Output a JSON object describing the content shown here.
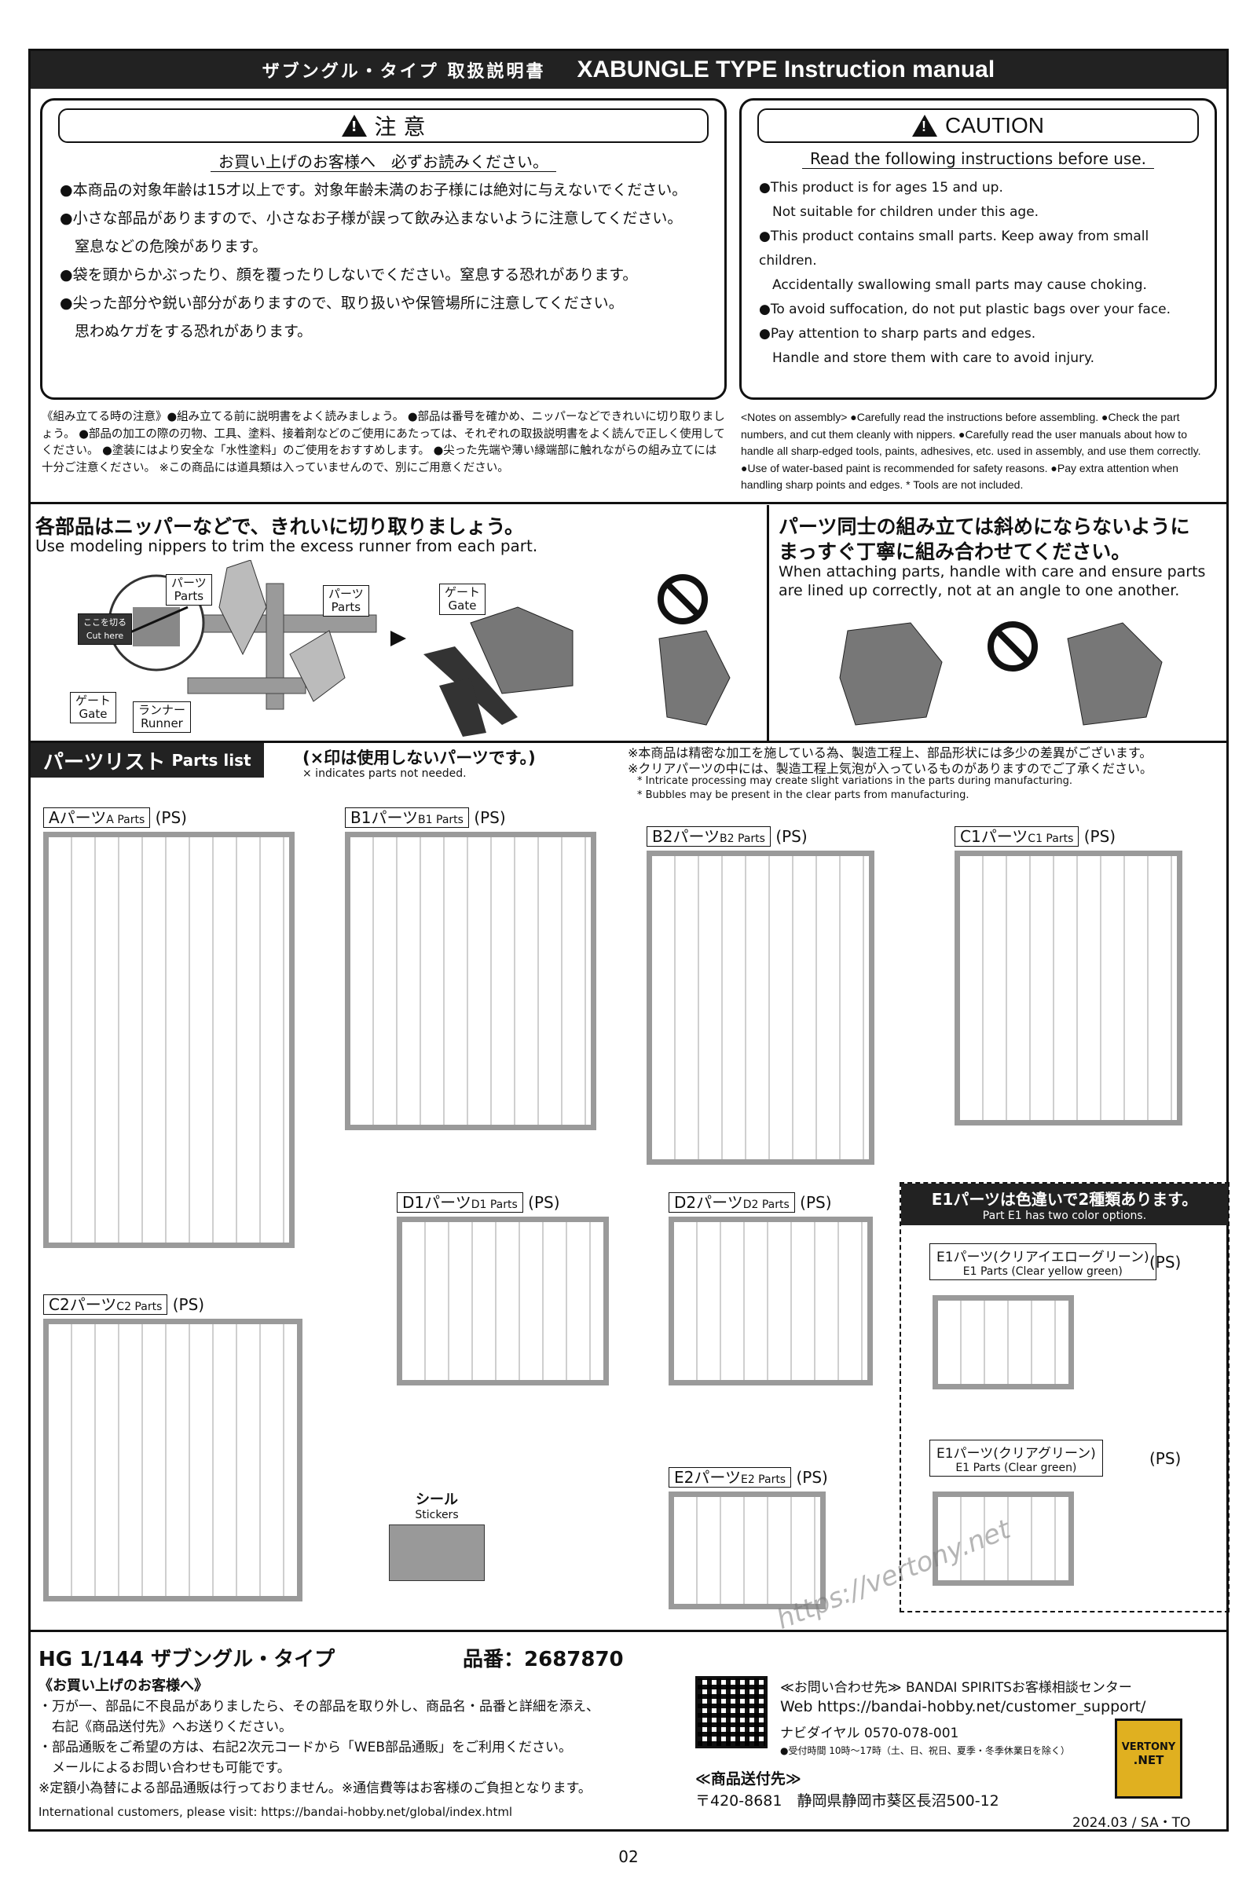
{
  "header": {
    "title_jp": "ザブングル・タイプ 取扱説明書",
    "title_en": "XABUNGLE TYPE Instruction manual"
  },
  "caution_jp": {
    "heading": "注 意",
    "sub": "お買い上げのお客様へ　必ずお読みください。",
    "items": [
      "●本商品の対象年齢は15才以上です。対象年齢未満のお子様には絶対に与えないでください。",
      "●小さな部品がありますので、小さなお子様が誤って飲み込まないように注意してください。",
      "　窒息などの危険があります。",
      "●袋を頭からかぶったり、顔を覆ったりしないでください。窒息する恐れがあります。",
      "●尖った部分や鋭い部分がありますので、取り扱いや保管場所に注意してください。",
      "　思わぬケガをする恐れがあります。"
    ]
  },
  "caution_en": {
    "heading": "CAUTION",
    "sub": "Read the following instructions before use.",
    "items": [
      "●This product is for ages 15 and up.",
      "　Not suitable for children under this age.",
      "●This product contains small parts. Keep away from small children.",
      "　Accidentally swallowing small parts may cause choking.",
      "●To avoid suffocation, do not put plastic bags over your face.",
      "●Pay attention to sharp parts and edges.",
      "　Handle and store them with care to avoid injury."
    ]
  },
  "notes": {
    "jp": "《組み立てる時の注意》●組み立てる前に説明書をよく読みましょう。 ●部品は番号を確かめ、ニッパーなどできれいに切り取りましょう。 ●部品の加工の際の刃物、工具、塗料、接着剤などのご使用にあたっては、それぞれの取扱説明書をよく読んで正しく使用してください。 ●塗装にはより安全な「水性塗料」のご使用をおすすめします。 ●尖った先端や薄い縁端部に触れながらの組み立てには十分ご注意ください。 ※この商品には道具類は入っていませんので、別にご用意ください。",
    "en": "<Notes on assembly> ●Carefully read the instructions before assembling. ●Check the part numbers, and cut them cleanly with nippers. ●Carefully read the user manuals about how to handle all sharp-edged tools, paints, adhesives, etc. used in assembly, and use them correctly. ●Use of water-based paint is recommended for safety reasons. ●Pay extra attention when handling sharp points and edges. * Tools are not included."
  },
  "nipper": {
    "title_jp": "各部品はニッパーなどで、きれいに切り取りましょう。",
    "title_en": "Use modeling nippers to trim the excess runner from each part.",
    "labels": {
      "parts_jp": "パーツ",
      "parts_en": "Parts",
      "gate_jp": "ゲート",
      "gate_en": "Gate",
      "runner_jp": "ランナー",
      "runner_en": "Runner",
      "cut_jp": "ここを切る",
      "cut_en": "Cut here"
    }
  },
  "angle": {
    "title_jp_1": "パーツ同士の組み立ては斜めにならないように",
    "title_jp_2": "まっすぐ丁寧に組み合わせてください。",
    "title_en_1": "When attaching parts, handle with care and ensure parts",
    "title_en_2": "are lined up correctly, not at an angle to one another."
  },
  "parts_list": {
    "title_jp": "パーツリスト",
    "title_en": "Parts list",
    "unused_jp": "(×印は使用しないパーツです。)",
    "unused_en": "× indicates parts not needed.",
    "note_jp_1": "※本商品は精密な加工を施している為、製造工程上、部品形状には多少の差異がございます。",
    "note_jp_2": "※クリアパーツの中には、製造工程上気泡が入っているものがありますのでご了承ください。",
    "note_en_1": "* Intricate processing may create slight variations in the parts during manufacturing.",
    "note_en_2": "* Bubbles may be present in the clear parts from manufacturing.",
    "runners": [
      {
        "jp": "Aパーツ",
        "en": "A Parts",
        "mat": "(PS)"
      },
      {
        "jp": "B1パーツ",
        "en": "B1 Parts",
        "mat": "(PS)"
      },
      {
        "jp": "B2パーツ",
        "en": "B2 Parts",
        "mat": "(PS)"
      },
      {
        "jp": "C1パーツ",
        "en": "C1 Parts",
        "mat": "(PS)"
      },
      {
        "jp": "C2パーツ",
        "en": "C2 Parts",
        "mat": "(PS)"
      },
      {
        "jp": "D1パーツ",
        "en": "D1 Parts",
        "mat": "(PS)"
      },
      {
        "jp": "D2パーツ",
        "en": "D2 Parts",
        "mat": "(PS)"
      },
      {
        "jp": "E2パーツ",
        "en": "E2 Parts",
        "mat": "(PS)"
      }
    ],
    "stickers_jp": "シール",
    "stickers_en": "Stickers",
    "e1": {
      "title_jp": "E1パーツは色違いで2種類あります。",
      "title_en": "Part E1 has two color options.",
      "opt1_jp": "E1パーツ(クリアイエローグリーン)",
      "opt1_en": "E1 Parts (Clear yellow green)",
      "opt2_jp": "E1パーツ(クリアグリーン)",
      "opt2_en": "E1 Parts (Clear green)",
      "mat": "(PS)"
    }
  },
  "footer": {
    "product": "HG 1/144 ザブングル・タイプ",
    "code_label": "品番：",
    "code": "2687870",
    "to_customers": "《お買い上げのお客様へ》",
    "lines": [
      "・万が一、部品に不良品がありましたら、その部品を取り外し、商品名・品番と詳細を添え、",
      "　右記《商品送付先》へお送りください。",
      "・部品通販をご希望の方は、右記2次元コードから「WEB部品通販」をご利用ください。",
      "　メールによるお問い合わせも可能です。",
      "※定額小為替による部品通販は行っておりません。※通信費等はお客様のご負担となります。"
    ],
    "international": "International customers, please visit: https://bandai-hobby.net/global/index.html",
    "contact_title": "≪お問い合わせ先≫ BANDAI SPIRITSお客様相談センター",
    "web": "Web https://bandai-hobby.net/customer_support/",
    "navi": "ナビダイヤル 0570-078-001",
    "hours": "●受付時間 10時〜17時（土、日、祝日、夏季・冬季休業日を除く）",
    "ship_title": "≪商品送付先≫",
    "address": "〒420-8681　静岡県静岡市葵区長沼500-12",
    "date": "2024.03 / SA・TO",
    "watermark": "https://vertony.net",
    "stamp_1": "VERTONY",
    "stamp_2": ".NET"
  },
  "page_number": "02"
}
